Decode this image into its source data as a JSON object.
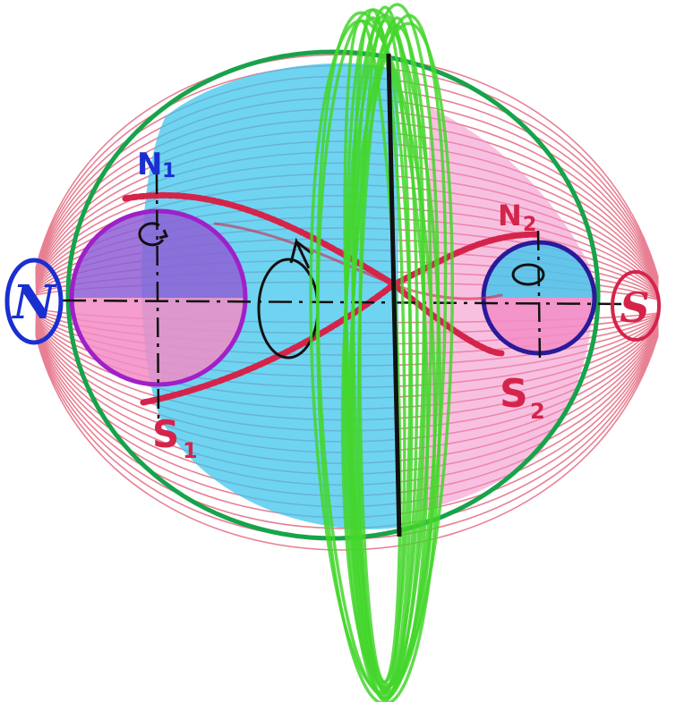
{
  "labels": {
    "outer_north": "N",
    "outer_south": "S",
    "left_north": "N",
    "left_north_sub": "1",
    "left_south": "S",
    "left_south_sub": "1",
    "right_north": "N",
    "right_north_sub": "2",
    "right_south": "S",
    "right_south_sub": "2"
  },
  "colors": {
    "field_lines": "#e0566f",
    "outer_circle": "#17a34a",
    "disc": "#44d62c",
    "north_blue": "#1a2fd0",
    "south_red": "#d4244a",
    "cyan_fill": "#3fc6ec",
    "pink_fill": "#f28cc6",
    "left_ring": "#a020c8",
    "right_ring": "#2a1a9a",
    "left_top_fill": "#8e5fd6",
    "ink": "#111111"
  }
}
